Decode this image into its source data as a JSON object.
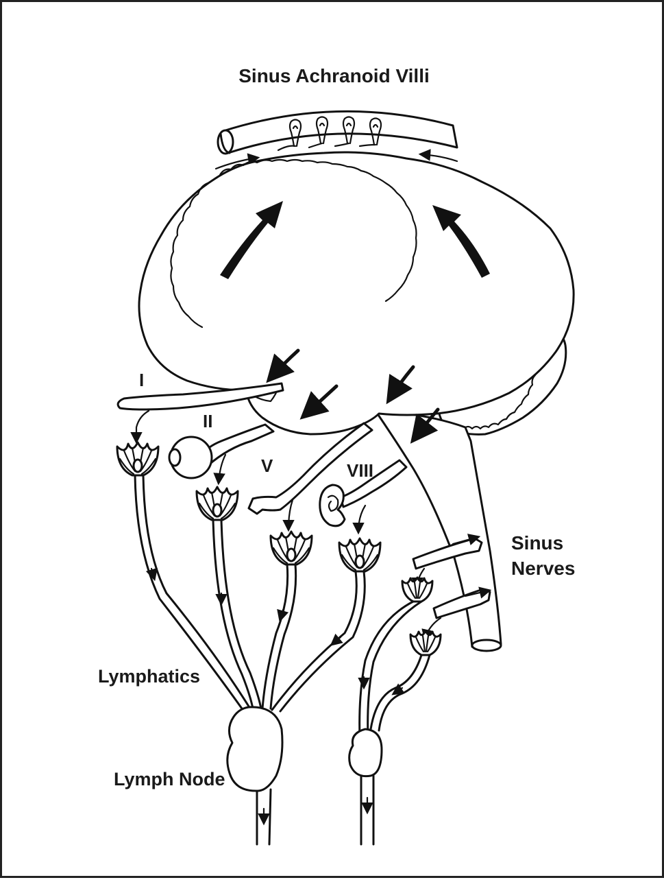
{
  "title": "Sinus Achranoid Villi",
  "labels": {
    "nerve_1": "I",
    "nerve_2": "II",
    "nerve_5": "V",
    "nerve_8": "VIII",
    "sinus_nerves_line1": "Sinus",
    "sinus_nerves_line2": "Nerves",
    "lymphatics": "Lymphatics",
    "lymph_node": "Lymph Node"
  },
  "colors": {
    "ink": "#111111",
    "background": "#ffffff",
    "frame": "#222222"
  }
}
